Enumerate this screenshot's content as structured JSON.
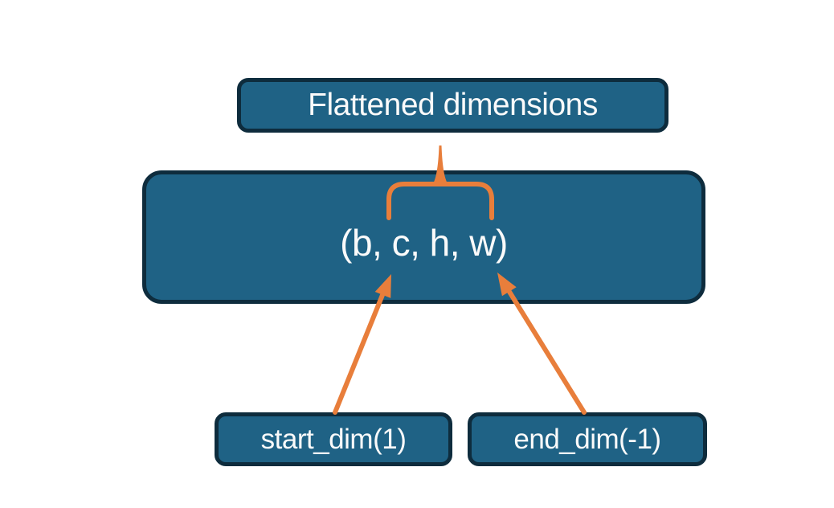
{
  "diagram": {
    "nodes": [
      {
        "id": "flattened-dimensions",
        "label": "Flattened dimensions"
      },
      {
        "id": "tensor-shape",
        "label": "(b, c, h, w)"
      },
      {
        "id": "start-dim",
        "label": "start_dim(1)"
      },
      {
        "id": "end-dim",
        "label": "end_dim(-1)"
      }
    ],
    "connectors": [
      {
        "id": "brace",
        "type": "curly-brace",
        "from": "tensor-shape",
        "to": "flattened-dimensions"
      },
      {
        "id": "arrow-start-dim",
        "type": "arrow",
        "from": "start-dim",
        "to": "tensor-shape"
      },
      {
        "id": "arrow-end-dim",
        "type": "arrow",
        "from": "end-dim",
        "to": "tensor-shape"
      }
    ]
  },
  "colors": {
    "node_fill": "#1F6285",
    "node_border": "#0E2C3D",
    "accent": "#E87E3B",
    "text": "#FAFAFA",
    "background": "#FFFFFF"
  }
}
